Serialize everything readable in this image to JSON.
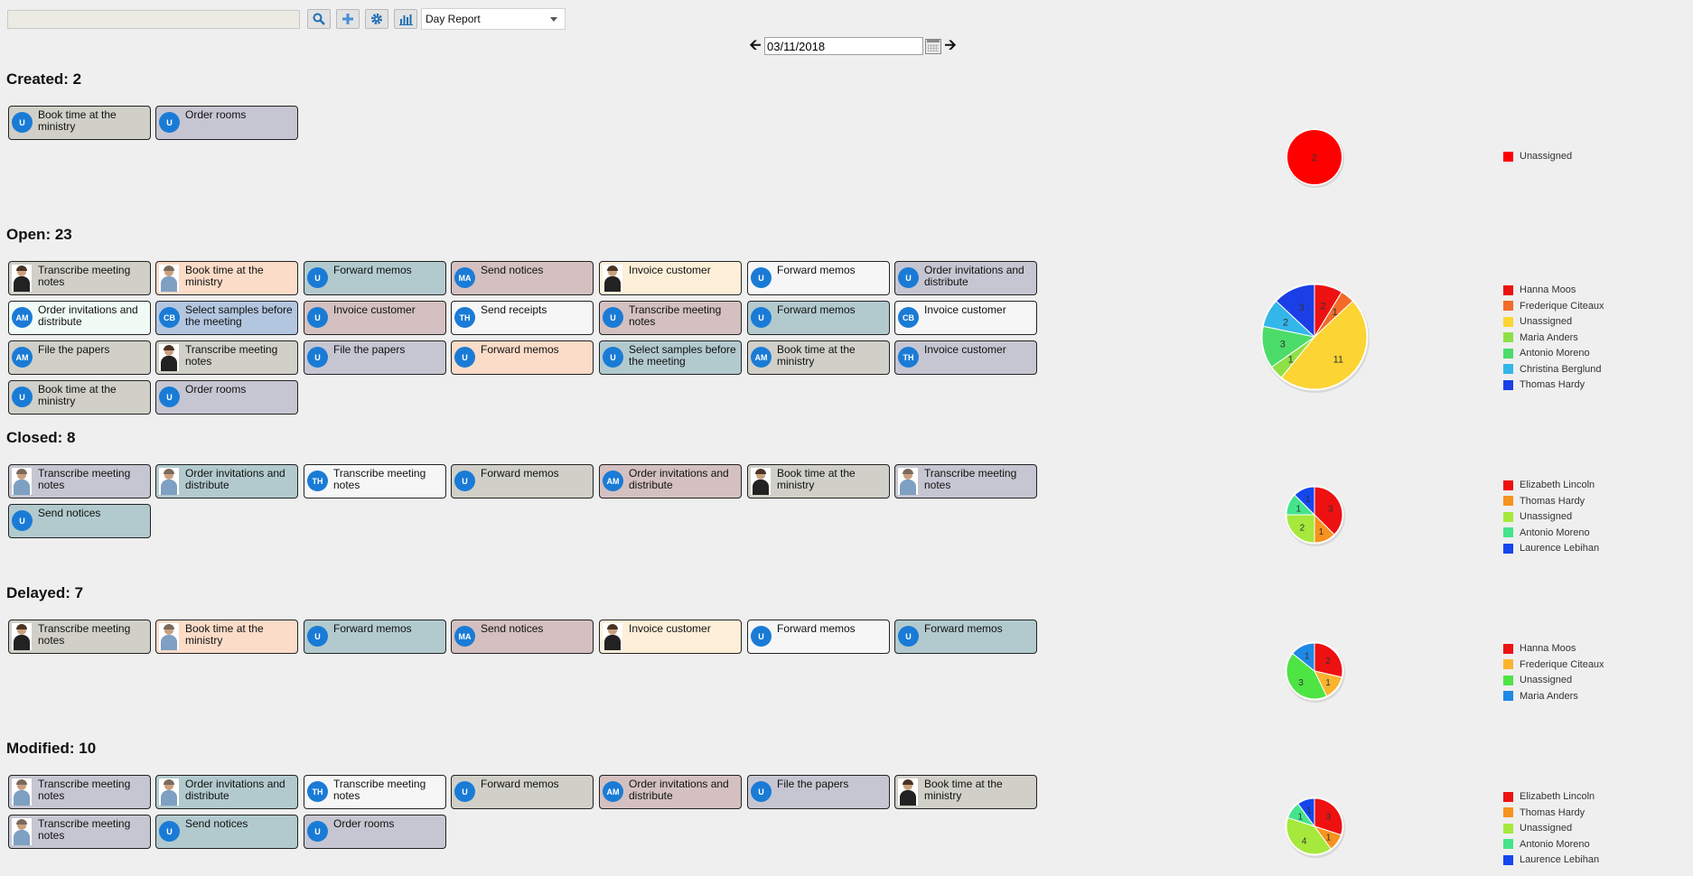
{
  "toolbar": {
    "search_value": "",
    "report_select": "Day Report"
  },
  "datebar": {
    "date": "03/11/2018"
  },
  "colors": {
    "avatar_blue": "#1a7bd6",
    "gray": "#d0d0c8",
    "slate": "#c6c6d2",
    "teal": "#b2cace",
    "rose": "#d4c0c0",
    "peach": "#fbdcc8",
    "cream": "#fdefd8",
    "white": "#f6f6f6",
    "mint": "#f0fbf5",
    "blue": "#b3c6e0"
  },
  "sections": [
    {
      "title": "Created: 2",
      "cards": [
        {
          "label": "Book time at the ministry",
          "avatar": "U",
          "bg": "gray"
        },
        {
          "label": "Order rooms",
          "avatar": "U",
          "bg": "slate"
        }
      ],
      "chart": {
        "type": "pie",
        "series": [
          {
            "name": "Unassigned",
            "value": 2,
            "color": "#ff0000"
          }
        ]
      },
      "legend": [
        "Unassigned"
      ]
    },
    {
      "title": "Open: 23",
      "cards": [
        {
          "label": "Transcribe meeting notes",
          "avatar": "photo-dark",
          "bg": "gray"
        },
        {
          "label": "Book time at the ministry",
          "avatar": "photo-light",
          "bg": "peach"
        },
        {
          "label": "Forward memos",
          "avatar": "U",
          "bg": "teal"
        },
        {
          "label": "Send notices",
          "avatar": "MA",
          "bg": "rose"
        },
        {
          "label": "Invoice customer",
          "avatar": "photo-dark",
          "bg": "cream"
        },
        {
          "label": "Forward memos",
          "avatar": "U",
          "bg": "white"
        },
        {
          "label": "Order invitations and distribute",
          "avatar": "U",
          "bg": "slate"
        },
        {
          "label": "Order invitations and distribute",
          "avatar": "AM",
          "bg": "mint"
        },
        {
          "label": "Select samples before the meeting",
          "avatar": "CB",
          "bg": "blue"
        },
        {
          "label": "Invoice customer",
          "avatar": "U",
          "bg": "rose"
        },
        {
          "label": "Send receipts",
          "avatar": "TH",
          "bg": "white"
        },
        {
          "label": "Transcribe meeting notes",
          "avatar": "U",
          "bg": "rose"
        },
        {
          "label": "Forward memos",
          "avatar": "U",
          "bg": "teal"
        },
        {
          "label": "Invoice customer",
          "avatar": "CB",
          "bg": "white"
        },
        {
          "label": "File the papers",
          "avatar": "AM",
          "bg": "gray"
        },
        {
          "label": "Transcribe meeting notes",
          "avatar": "photo-dark",
          "bg": "gray"
        },
        {
          "label": "File the papers",
          "avatar": "U",
          "bg": "slate"
        },
        {
          "label": "Forward memos",
          "avatar": "U",
          "bg": "peach"
        },
        {
          "label": "Select samples before the meeting",
          "avatar": "U",
          "bg": "teal"
        },
        {
          "label": "Book time at the ministry",
          "avatar": "AM",
          "bg": "gray"
        },
        {
          "label": "Invoice customer",
          "avatar": "TH",
          "bg": "slate"
        },
        {
          "label": "Book time at the ministry",
          "avatar": "U",
          "bg": "gray"
        },
        {
          "label": "Order rooms",
          "avatar": "U",
          "bg": "slate"
        }
      ],
      "chart": {
        "type": "pie",
        "series": [
          {
            "name": "Hanna Moos",
            "value": 2,
            "color": "#ee1111"
          },
          {
            "name": "Frederique Citeaux",
            "value": 1,
            "color": "#f26b2a"
          },
          {
            "name": "Unassigned",
            "value": 11,
            "color": "#fcd434"
          },
          {
            "name": "Maria Anders",
            "value": 1,
            "color": "#8ee046"
          },
          {
            "name": "Antonio Moreno",
            "value": 3,
            "color": "#4cdc6a"
          },
          {
            "name": "Christina Berglund",
            "value": 2,
            "color": "#33b6ea"
          },
          {
            "name": "Thomas Hardy",
            "value": 3,
            "color": "#1a3fe6"
          }
        ]
      },
      "legend": [
        "Hanna Moos",
        "Frederique Citeaux",
        "Unassigned",
        "Maria Anders",
        "Antonio Moreno",
        "Christina Berglund",
        "Thomas Hardy"
      ]
    },
    {
      "title": "Closed: 8",
      "cards": [
        {
          "label": "Transcribe meeting notes",
          "avatar": "photo-light",
          "bg": "slate"
        },
        {
          "label": "Order invitations and distribute",
          "avatar": "photo-light",
          "bg": "teal"
        },
        {
          "label": "Transcribe meeting notes",
          "avatar": "TH",
          "bg": "white"
        },
        {
          "label": "Forward memos",
          "avatar": "U",
          "bg": "gray"
        },
        {
          "label": "Order invitations and distribute",
          "avatar": "AM",
          "bg": "rose"
        },
        {
          "label": "Book time at the ministry",
          "avatar": "photo-dark",
          "bg": "gray"
        },
        {
          "label": "Transcribe meeting notes",
          "avatar": "photo-light",
          "bg": "slate"
        },
        {
          "label": "Send notices",
          "avatar": "U",
          "bg": "teal"
        }
      ],
      "chart": {
        "type": "pie",
        "series": [
          {
            "name": "Elizabeth Lincoln",
            "value": 3,
            "color": "#ee1111"
          },
          {
            "name": "Thomas Hardy",
            "value": 1,
            "color": "#f7931e"
          },
          {
            "name": "Unassigned",
            "value": 2,
            "color": "#a6e83c"
          },
          {
            "name": "Antonio Moreno",
            "value": 1,
            "color": "#44e48c"
          },
          {
            "name": "Laurence Lebihan",
            "value": 1,
            "color": "#1546ee"
          }
        ]
      },
      "legend": [
        "Elizabeth Lincoln",
        "Thomas Hardy",
        "Unassigned",
        "Antonio Moreno",
        "Laurence Lebihan"
      ]
    },
    {
      "title": "Delayed: 7",
      "cards": [
        {
          "label": "Transcribe meeting notes",
          "avatar": "photo-dark",
          "bg": "gray"
        },
        {
          "label": "Book time at the ministry",
          "avatar": "photo-light",
          "bg": "peach"
        },
        {
          "label": "Forward memos",
          "avatar": "U",
          "bg": "teal"
        },
        {
          "label": "Send notices",
          "avatar": "MA",
          "bg": "rose"
        },
        {
          "label": "Invoice customer",
          "avatar": "photo-dark",
          "bg": "cream"
        },
        {
          "label": "Forward memos",
          "avatar": "U",
          "bg": "white"
        },
        {
          "label": "Forward memos",
          "avatar": "U",
          "bg": "teal"
        }
      ],
      "chart": {
        "type": "pie",
        "series": [
          {
            "name": "Hanna Moos",
            "value": 2,
            "color": "#ee1111"
          },
          {
            "name": "Frederique Citeaux",
            "value": 1,
            "color": "#fbb42e"
          },
          {
            "name": "Unassigned",
            "value": 3,
            "color": "#4ee443"
          },
          {
            "name": "Maria Anders",
            "value": 1,
            "color": "#1e88e5"
          }
        ]
      },
      "legend": [
        "Hanna Moos",
        "Frederique Citeaux",
        "Unassigned",
        "Maria Anders"
      ]
    },
    {
      "title": "Modified: 10",
      "cards": [
        {
          "label": "Transcribe meeting notes",
          "avatar": "photo-light",
          "bg": "slate"
        },
        {
          "label": "Order invitations and distribute",
          "avatar": "photo-light",
          "bg": "teal"
        },
        {
          "label": "Transcribe meeting notes",
          "avatar": "TH",
          "bg": "white"
        },
        {
          "label": "Forward memos",
          "avatar": "U",
          "bg": "gray"
        },
        {
          "label": "Order invitations and distribute",
          "avatar": "AM",
          "bg": "rose"
        },
        {
          "label": "File the papers",
          "avatar": "U",
          "bg": "slate"
        },
        {
          "label": "Book time at the ministry",
          "avatar": "photo-dark",
          "bg": "gray"
        },
        {
          "label": "Transcribe meeting notes",
          "avatar": "photo-light",
          "bg": "slate"
        },
        {
          "label": "Send notices",
          "avatar": "U",
          "bg": "teal"
        },
        {
          "label": "Order rooms",
          "avatar": "U",
          "bg": "slate"
        }
      ],
      "chart": {
        "type": "pie",
        "series": [
          {
            "name": "Elizabeth Lincoln",
            "value": 3,
            "color": "#ee1111"
          },
          {
            "name": "Thomas Hardy",
            "value": 1,
            "color": "#f7931e"
          },
          {
            "name": "Unassigned",
            "value": 4,
            "color": "#a6e83c"
          },
          {
            "name": "Antonio Moreno",
            "value": 1,
            "color": "#44e48c"
          },
          {
            "name": "Laurence Lebihan",
            "value": 1,
            "color": "#1546ee"
          }
        ]
      },
      "legend": [
        "Elizabeth Lincoln",
        "Thomas Hardy",
        "Unassigned",
        "Antonio Moreno",
        "Laurence Lebihan"
      ]
    }
  ]
}
